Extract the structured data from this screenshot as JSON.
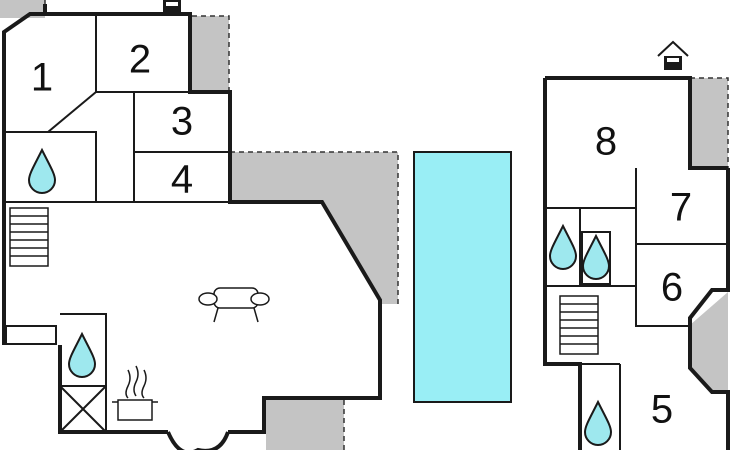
{
  "rooms": {
    "r1": "1",
    "r2": "2",
    "r3": "3",
    "r4": "4",
    "r5": "5",
    "r6": "6",
    "r7": "7",
    "r8": "8"
  },
  "colors": {
    "water": "#9ee8ee",
    "pool": "#99eef5",
    "terrace": "#c4c4c4",
    "wall": "#1a1a1a"
  },
  "icons": [
    "water-drop-icon",
    "sofa-icon",
    "stove-icon",
    "stairs-icon",
    "house-icon",
    "chimney-icon"
  ]
}
